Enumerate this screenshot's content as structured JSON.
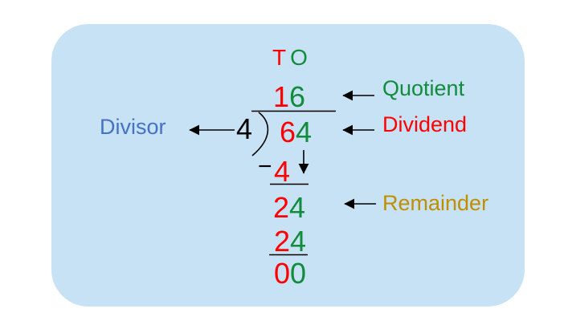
{
  "colors": {
    "panel_bg": "#C7E1F5",
    "red": "#FF0000",
    "green": "#118C3C",
    "blue": "#4472C4",
    "gold": "#BF8F00",
    "ink": "#000000"
  },
  "place_header": {
    "tens": "T",
    "ones": "O"
  },
  "quotient_row": {
    "tens": "1",
    "ones": "6"
  },
  "division": {
    "divisor": "4",
    "dividend_tens": "6",
    "dividend_ones": "4"
  },
  "work": {
    "minus_sign": "−",
    "subtracted_tens": "4",
    "after_bring_down": {
      "tens": "2",
      "ones": "4"
    },
    "product": {
      "tens": "2",
      "ones": "4"
    },
    "final": {
      "tens": "0",
      "ones": "0"
    }
  },
  "labels": {
    "divisor": "Divisor",
    "quotient": "Quotient",
    "dividend": "Dividend",
    "remainder": "Remainder"
  }
}
